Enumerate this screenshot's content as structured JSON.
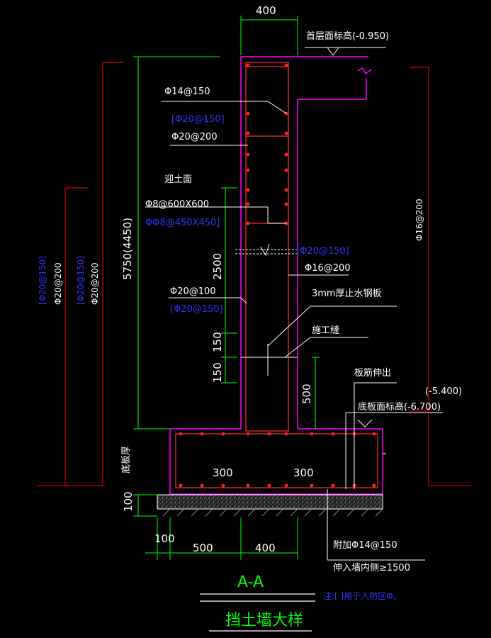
{
  "dimensions": {
    "top_width": "400",
    "height_total": "5750(4450)",
    "h_2500": "2500",
    "h_150a": "150",
    "h_150b": "150",
    "h_500": "500",
    "h_100": "100",
    "bottom_100": "100",
    "bottom_500": "500",
    "bottom_400": "400",
    "slab_300a": "300",
    "slab_300b": "300"
  },
  "labels": {
    "floor_elev": "首层面标高(-0.950)",
    "r_14_150": "Φ14@150",
    "r_20_150_blue1": "[Φ20@150]",
    "r_20_200": "Φ20@200",
    "soil_face": "迎土面",
    "tie_8": "Φ8@600X600",
    "tie_8_blue": "ΦΦ8@450X450]",
    "r_20_150_blue2": "[Φ20@150]",
    "r_16_200": "Φ16@200",
    "r_20_100": "Φ20@100",
    "r_20_150_blue3": "[Φ20@150]",
    "waterstop": "3mm厚止水钢板",
    "const_joint": "施工缝",
    "slab_rebar_out": "板筋伸出",
    "elev_5400": "(-5.400)",
    "slab_elev": "底板面标高(-6.700)",
    "slab_thick": "底板厚",
    "right_rebar": "Φ16@200",
    "left_blue1": "[Φ20@150]",
    "left_white1": "Φ20@200",
    "left_blue2": "[Φ20@150]",
    "left_white2": "Φ20@200",
    "added_14": "附加Φ14@150",
    "extend_into": "伸入墙内侧≥1500",
    "section_mark": "A-A",
    "note": "注:[ ]用于人防区Φ。",
    "title": "挡土墙大样"
  },
  "colors": {
    "background": "#000000",
    "wall": "#ff00ff",
    "rebar": "#ff3030",
    "dim": "#00ff00",
    "text": "#ffffff",
    "blue": "#3333ff",
    "title": "#00ff00"
  }
}
